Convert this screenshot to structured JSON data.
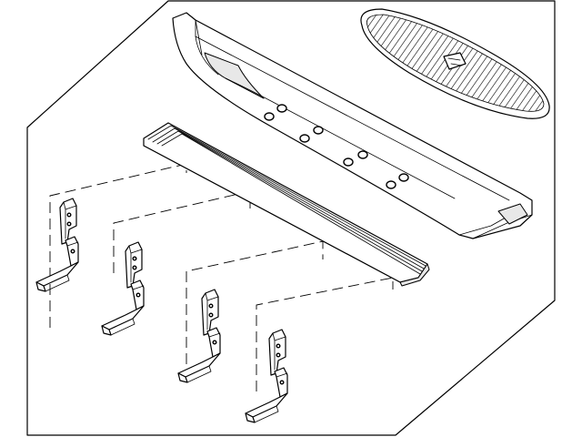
{
  "figure": {
    "kind": "exploded parts illustration",
    "colors": {
      "line": "#000000",
      "background": "#ffffff",
      "shade": "#e8e8e8"
    },
    "parts": [
      {
        "id": "running-board",
        "count": 1
      },
      {
        "id": "step-pad",
        "count": 1
      },
      {
        "id": "mounting-rail",
        "count": 1
      },
      {
        "id": "mounting-bracket",
        "count": 4
      }
    ]
  }
}
